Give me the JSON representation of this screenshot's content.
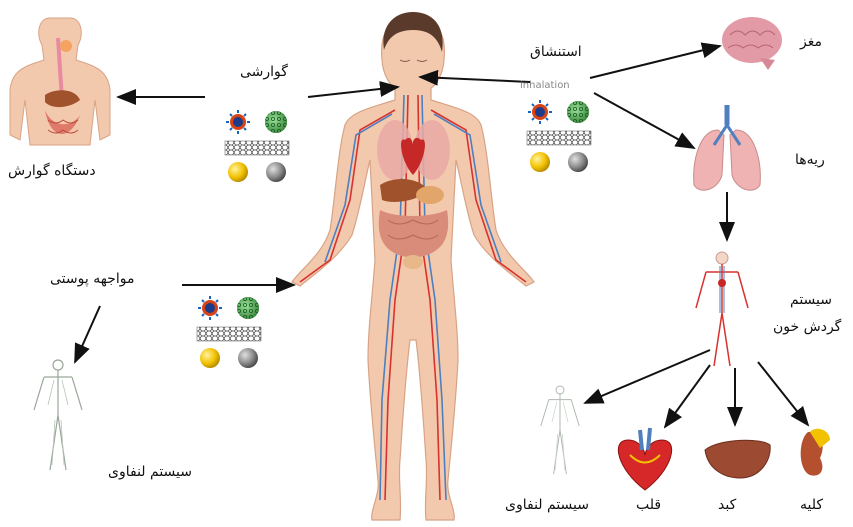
{
  "labels": {
    "digestive": "گوارشی",
    "inhalation": "استنشاق",
    "inhalation_faded": "inhalation",
    "brain": "مغز",
    "lungs": "ریه‌ها",
    "circulatory_line1": "سیستم",
    "circulatory_line2": "گردش خون",
    "digestive_system": "دستگاه گوارش",
    "skin_exposure": "مواجهه پوستی",
    "lymphatic_left": "سیستم لنفاوی",
    "lymphatic_bottom": "سیستم لنفاوی",
    "heart": "قلب",
    "liver": "کبد",
    "kidney": "کلیه"
  },
  "colors": {
    "skin": "#f3c9ae",
    "vein": "#4f7fbf",
    "artery": "#d8322e",
    "gold_np": "#f2c200",
    "silver_np": "#8a8a8a",
    "green_np": "#4aa04a",
    "arrow": "#111111"
  },
  "icons": [
    "nanoparticle-cluster-icon",
    "green-sphere-icon",
    "nanotube-icon",
    "gold-sphere-icon",
    "silver-sphere-icon"
  ]
}
